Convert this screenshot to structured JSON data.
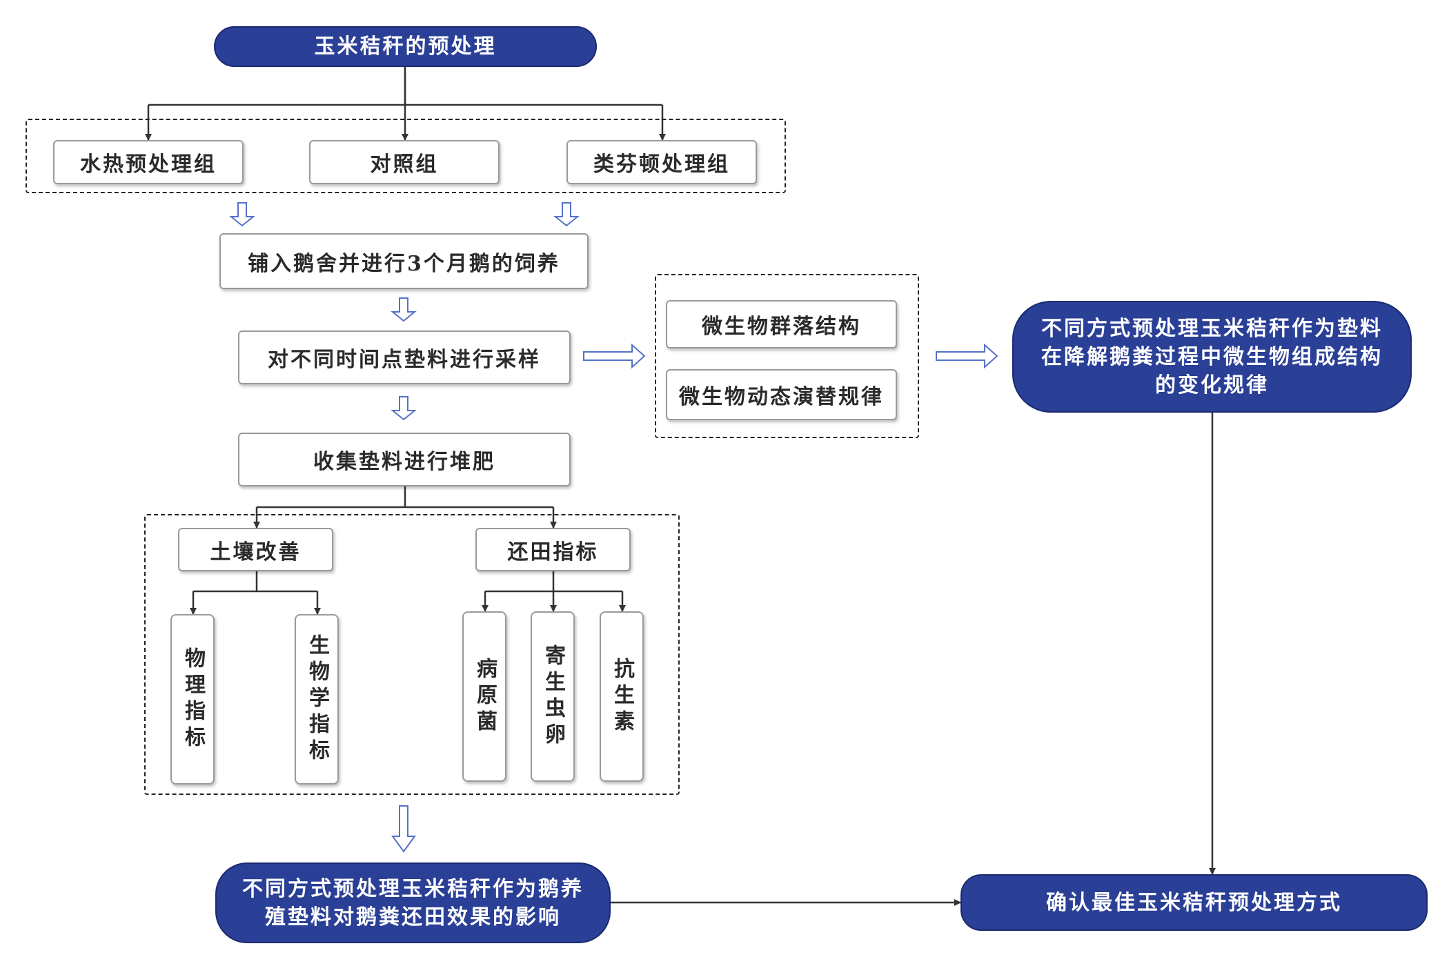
{
  "title": "玉米秸秆的预处理",
  "groups": [
    "水热预处理组",
    "对照组",
    "类芬顿处理组"
  ],
  "step_feeding": "铺入鹅舍并进行3个月鹅的饲养",
  "step_sampling": "对不同时间点垫料进行采样",
  "microbial": [
    "微生物群落结构",
    "微生物动态演替规律"
  ],
  "microbial_result": "不同方式预处理玉米秸秆作为垫料在降解鹅粪过程中微生物组成结构的变化规律",
  "step_compost": "收集垫料进行堆肥",
  "branch_soil": "土壤改善",
  "branch_field": "还田指标",
  "soil_items": [
    "物理指标",
    "生物学指标"
  ],
  "field_items": [
    "病原菌",
    "寄生虫卵",
    "抗生素"
  ],
  "field_result": "不同方式预处理玉米秸秆作为鹅养殖垫料对鹅粪还田效果的影响",
  "final": "确认最佳玉米秸秆预处理方式"
}
